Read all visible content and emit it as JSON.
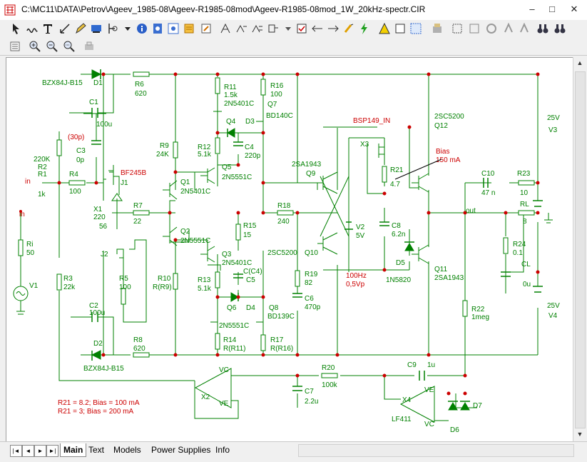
{
  "window": {
    "title": "C:\\MC11\\DATA\\Petrov\\Ageev_1985-08\\Ageev-R1985-08mod\\Ageev-R1985-08mod_1W_20kHz-spectr.CIR",
    "minimize": "–",
    "maximize": "□",
    "close": "✕"
  },
  "toolbar_icons": [
    "select-arrow",
    "wire",
    "text-tool",
    "line-tool",
    "pencil",
    "pan",
    "find",
    "dropdown",
    "info",
    "help-topic",
    "help",
    "component",
    "probe",
    "node",
    "pin",
    "wire-nodes",
    "attribute",
    "toggle-grid",
    "move",
    "paste",
    "flip",
    "rotate",
    "drag",
    "warning",
    "page",
    "grid",
    "bus",
    "box",
    "scope",
    "redo",
    "lock",
    "find-next",
    "binocular"
  ],
  "toolbar2_icons": [
    "page-list",
    "zoom-in",
    "zoom-out",
    "zoom-fit",
    "snapshot"
  ],
  "schematic": {
    "colors": {
      "wire": "#008000",
      "node": "#cc0000",
      "label": "#cc0000",
      "text": "#008000"
    },
    "labels": {
      "D1": "D1",
      "D1_part": "BZX84J-B15",
      "R6": "R6",
      "R6_val": "620",
      "C1": "C1",
      "C1_val": "100u",
      "C3_val_paren": "(30p)",
      "C3": "C3",
      "C3_val": "0p",
      "R2_val": "220K",
      "R2": "R2",
      "R1": "R1",
      "R1_val": "1k",
      "R4": "R4",
      "R4_val": "100",
      "J1_part": "BF245B",
      "J1": "J1",
      "in": "in",
      "X1": "X1",
      "X1_val1": "220",
      "X1_val2": "56",
      "R7": "R7",
      "R7_val": "22",
      "Ri": "Ri",
      "Ri_val": "50",
      "V1": "V1",
      "J2": "J2",
      "R5": "R5",
      "R5_val": "100",
      "R3": "R3",
      "R3_val": "22k",
      "C2": "C2",
      "C2_val": "100u",
      "D2": "D2",
      "D2_part": "BZX84J-B15",
      "R8": "R8",
      "R8_val": "620",
      "R9": "R9",
      "R9_val": "24K",
      "Q1": "Q1",
      "Q1_part": "2N5401C",
      "Q2": "Q2",
      "Q2_part": "2N5551C",
      "R10": "R10",
      "R10_val": "R(R9)",
      "R11": "R11",
      "R11_val": "1.5k",
      "Q4_part": "2N5401C",
      "Q4": "Q4",
      "D3": "D3",
      "R16": "R16",
      "R16_val": "100",
      "Q7": "Q7",
      "Q7_part": "BD140C",
      "R12": "R12",
      "R12_val": "5.1k",
      "C4": "C4",
      "C4_val": "220p",
      "Q5": "Q5",
      "Q5_part": "2N5551C",
      "R15": "R15",
      "R15_val": "15",
      "Q3": "Q3",
      "Q3_part": "2N5401C",
      "R13": "R13",
      "R13_val": "5.1k",
      "C5_val": "C(C4)",
      "C5": "C5",
      "Q6": "Q6",
      "D4": "D4",
      "Q6_part": "2N5551C",
      "Q8": "Q8",
      "Q8_part": "BD139C",
      "R14": "R14",
      "R14_val": "R(R11)",
      "R17": "R17",
      "R17_val": "R(R16)",
      "Q9_part": "2SA1943",
      "Q9": "Q9",
      "R18": "R18",
      "R18_val": "240",
      "Q10_part": "2SC5200",
      "Q10": "Q10",
      "R19": "R19",
      "R19_val": "82",
      "C6": "C6",
      "C6_val": "470p",
      "X3": "X3",
      "X3_part": "BSP149_IN",
      "R21": "R21",
      "R21_val": "4.7",
      "Bias_label": "Bias",
      "Bias_val": "150 mA",
      "V2": "V2",
      "V2_val": "5V",
      "C8": "C8",
      "C8_val": "6.2n",
      "D5": "D5",
      "D5_part": "1N5820",
      "freq_label": "100Hz",
      "amp_label": "0,5Vp",
      "Q12_part": "2SC5200",
      "Q12": "Q12",
      "Q11": "Q11",
      "Q11_part": "2SA1943",
      "V3_val": "25V",
      "V3": "V3",
      "C10": "C10",
      "C10_val": "47 n",
      "R23": "R23",
      "R23_val": "10",
      "out": "out",
      "RL": "RL",
      "RL_val": "8",
      "R24": "R24",
      "R24_val": "0.1",
      "CL": "CL",
      "CL_val": "0u",
      "V4_val": "25V",
      "V4": "V4",
      "R22": "R22",
      "R22_val": "1meg",
      "R20": "R20",
      "R20_val": "100k",
      "C9": "C9",
      "C9_val": "1u",
      "C7": "C7",
      "C7_val": "2.2u",
      "X2": "X2",
      "X2_vc": "VC",
      "X2_ve": "VE",
      "X4": "X4",
      "X4_part": "LF411",
      "X4_ve": "VE",
      "X4_vc": "VC",
      "D6": "D6",
      "D7": "D7",
      "note1": "R21 = 8.2; Bias = 100 mA",
      "note2": "R21 = 3; Bias = 200 mA"
    }
  },
  "bottom": {
    "nav": [
      "|◄",
      "◄",
      "►",
      "►|"
    ],
    "tabs": [
      "Main",
      "Text",
      "Models",
      "Power Supplies",
      "Info"
    ],
    "active_tab": "Main"
  }
}
